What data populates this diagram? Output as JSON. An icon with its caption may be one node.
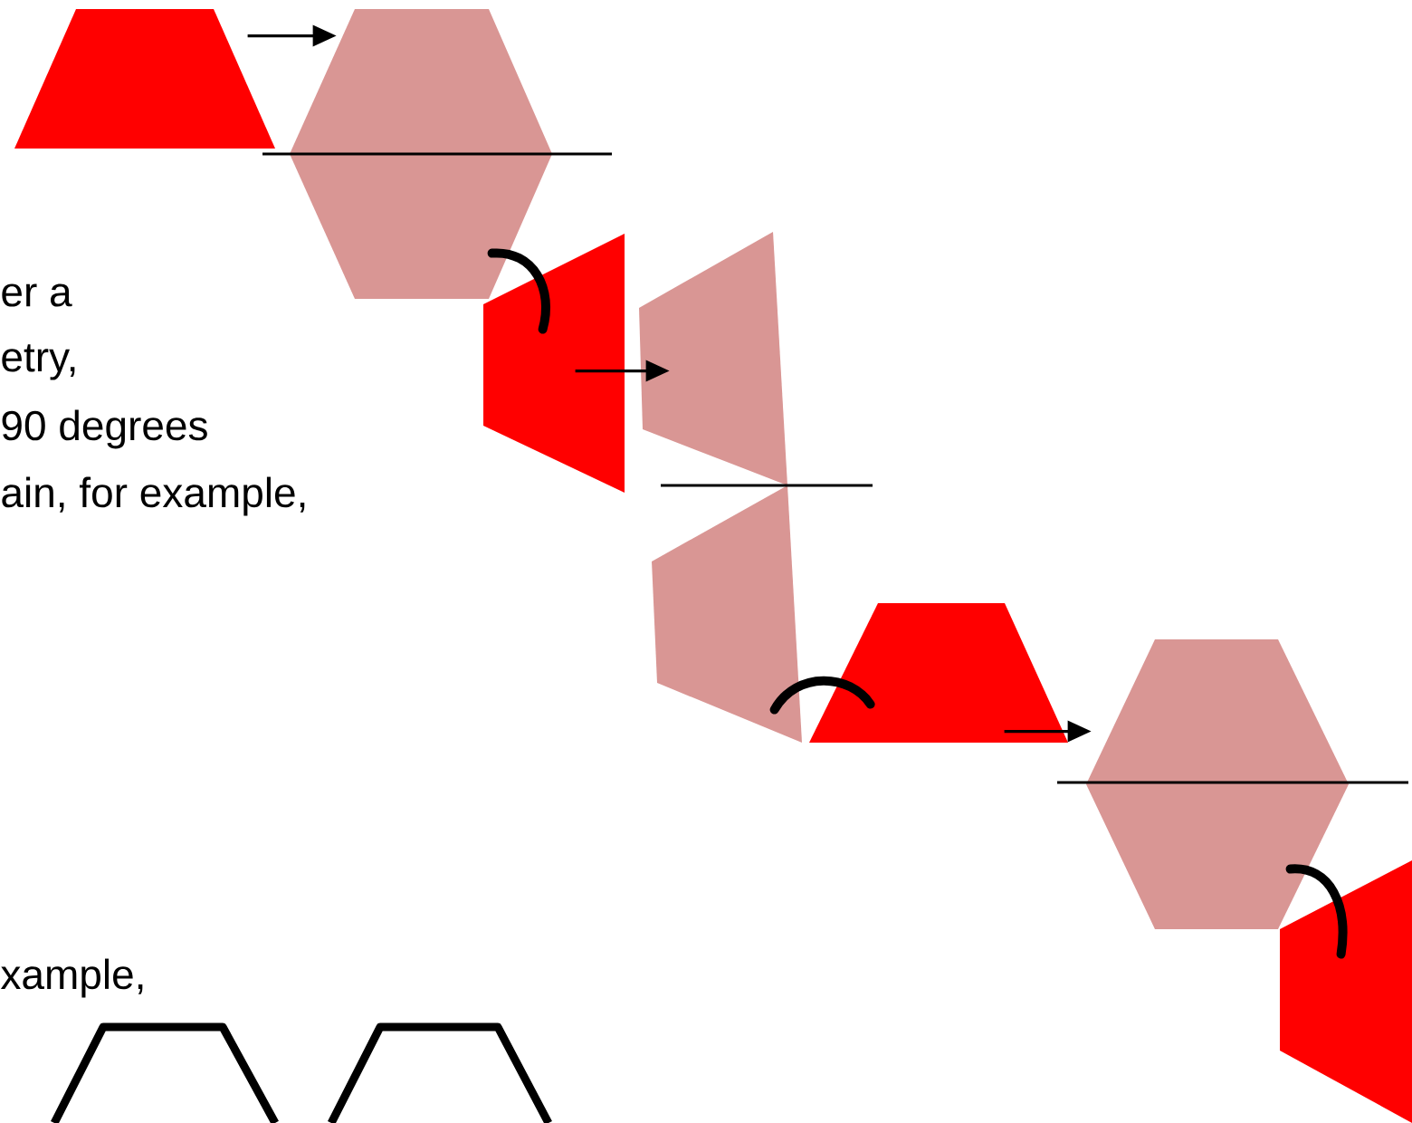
{
  "diagram": {
    "nodes": [
      {
        "text": [],
        "shape": "trapezoid"
      },
      {
        "text": [],
        "shape": "hexagon"
      },
      {
        "text": [],
        "shape": "quadrilateral"
      },
      {
        "text": [],
        "shape": "hexagon"
      },
      {
        "text": [],
        "shape": "trapezoid"
      },
      {
        "text": [],
        "shape": "hexagon"
      },
      {
        "text": [],
        "shape": "quadrilateral"
      },
      {
        "text": [],
        "shape": "trapezoid"
      },
      {
        "text": [],
        "shape": "trapezoid"
      }
    ],
    "edges": [
      {
        "from": 0,
        "to": 1,
        "arrow": "to"
      },
      {
        "from": 1,
        "to": 2,
        "arrow": "none",
        "style": "thick"
      },
      {
        "from": 2,
        "to": 3,
        "arrow": "to"
      },
      {
        "from": 3,
        "to": 4,
        "arrow": "none",
        "style": "thick"
      },
      {
        "from": 4,
        "to": 5,
        "arrow": "to"
      },
      {
        "from": 5,
        "to": 6,
        "arrow": "none",
        "style": "thick"
      }
    ],
    "labels": [
      "er a",
      "etry,",
      "90 degrees",
      "ain, for example,",
      "xample,"
    ]
  }
}
